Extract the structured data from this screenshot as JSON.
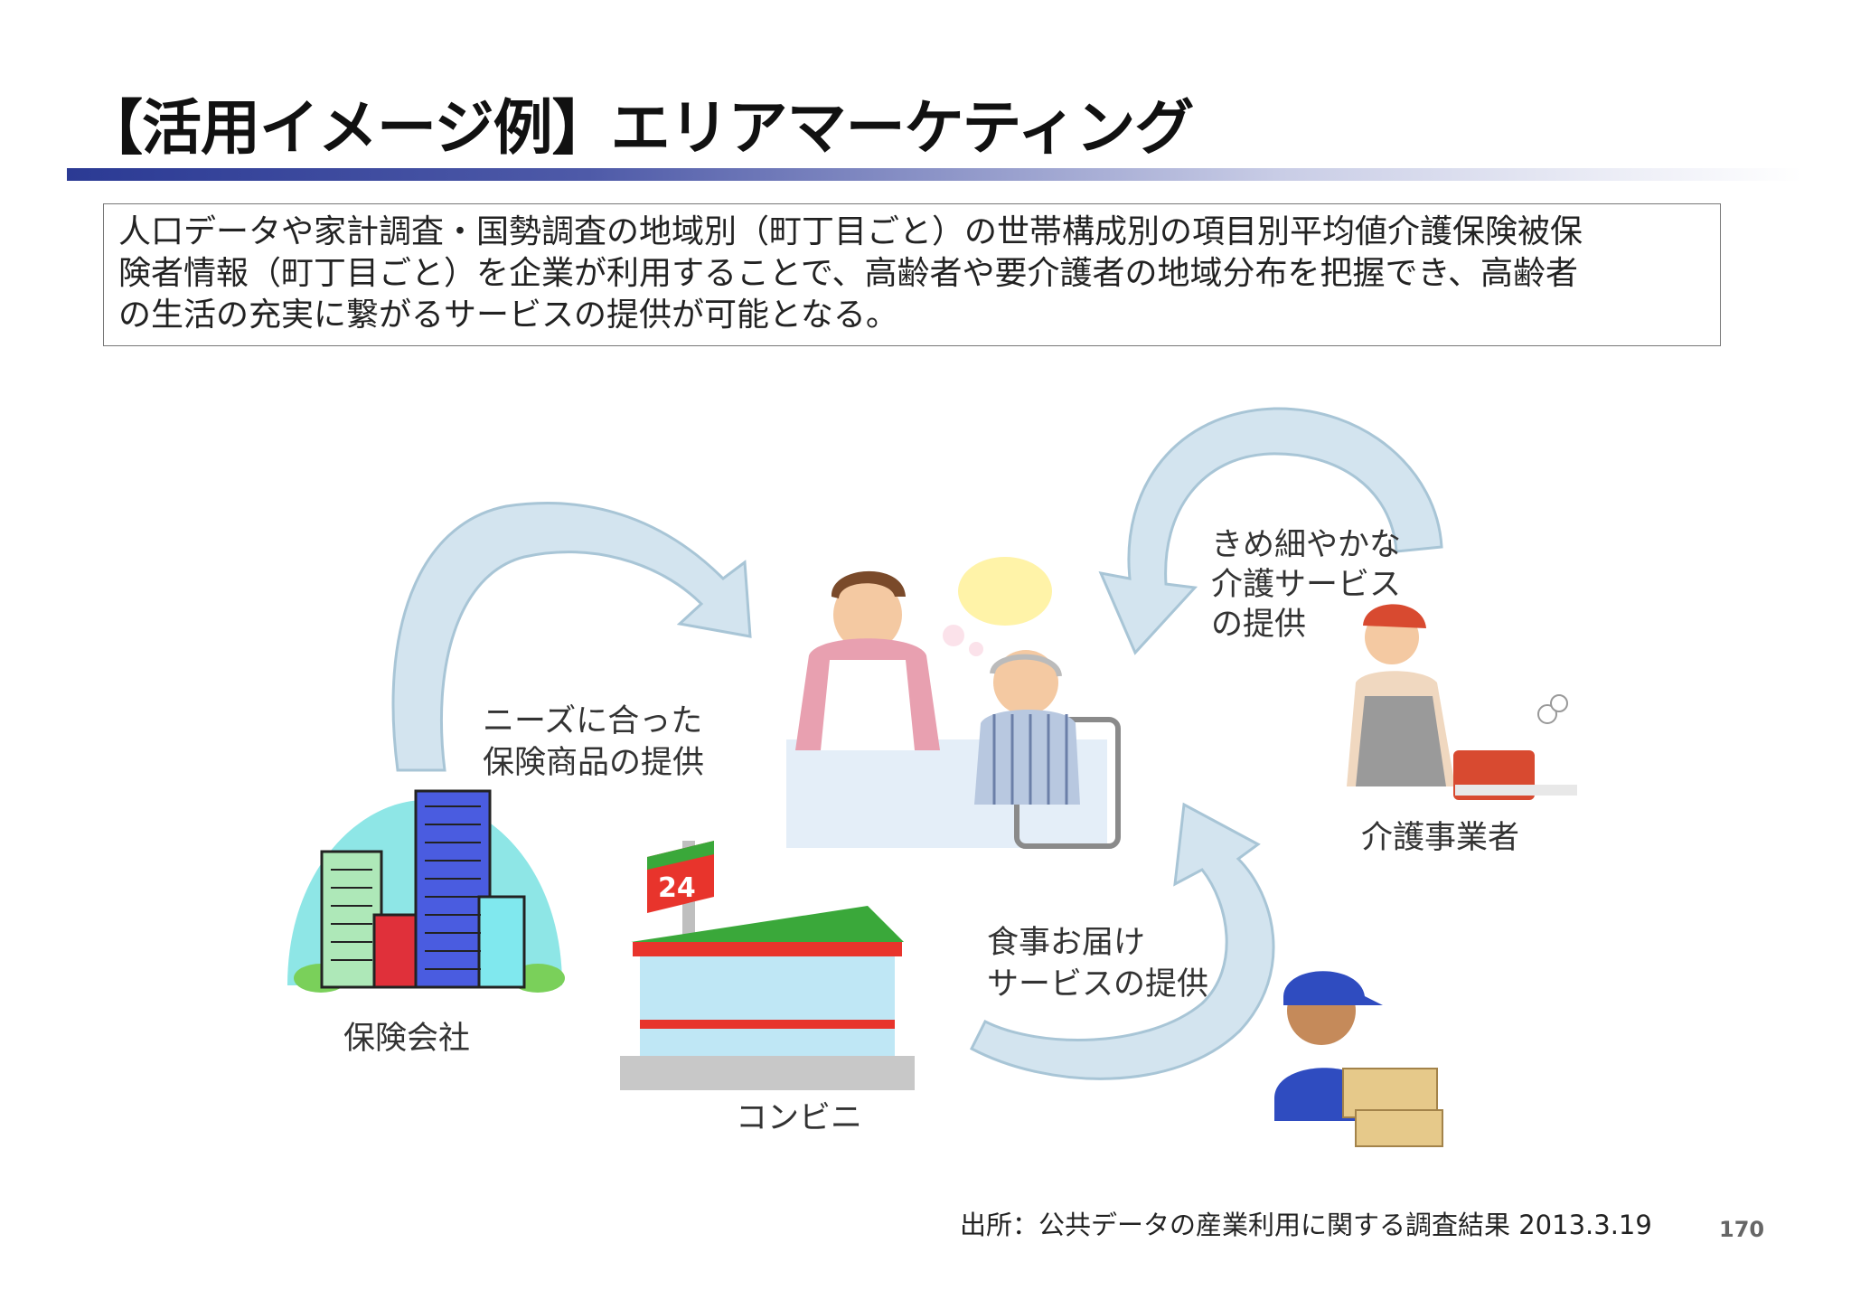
{
  "title": "【活用イメージ例】エリアマーケティング",
  "description_lines": [
    "人口データや家計調査・国勢調査の地域別（町丁目ごと）の世帯構成別の項目別平均値介護保険被保",
    "険者情報（町丁目ごと）を企業が利用することで、高齢者や要介護者の地域分布を把握でき、高齢者",
    "の生活の充実に繋がるサービスの提供が可能となる。"
  ],
  "diagram": {
    "insurance_service": [
      "ニーズに合った",
      "保険商品の提供"
    ],
    "care_service": [
      "きめ細やかな",
      "介護サービス",
      "の提供"
    ],
    "meal_service": [
      "食事お届け",
      "サービスの提供"
    ],
    "insurance_company": "保険会社",
    "convenience_store": "コンビニ",
    "care_provider": "介護事業者",
    "store_sign": "24"
  },
  "source": "出所：公共データの産業利用に関する調査結果 2013.3.19",
  "page_number": "170",
  "colors": {
    "title_bar": "#2b3a94",
    "arrow_fill": "#cfe2ee",
    "arrow_stroke": "#9fbfd2"
  }
}
